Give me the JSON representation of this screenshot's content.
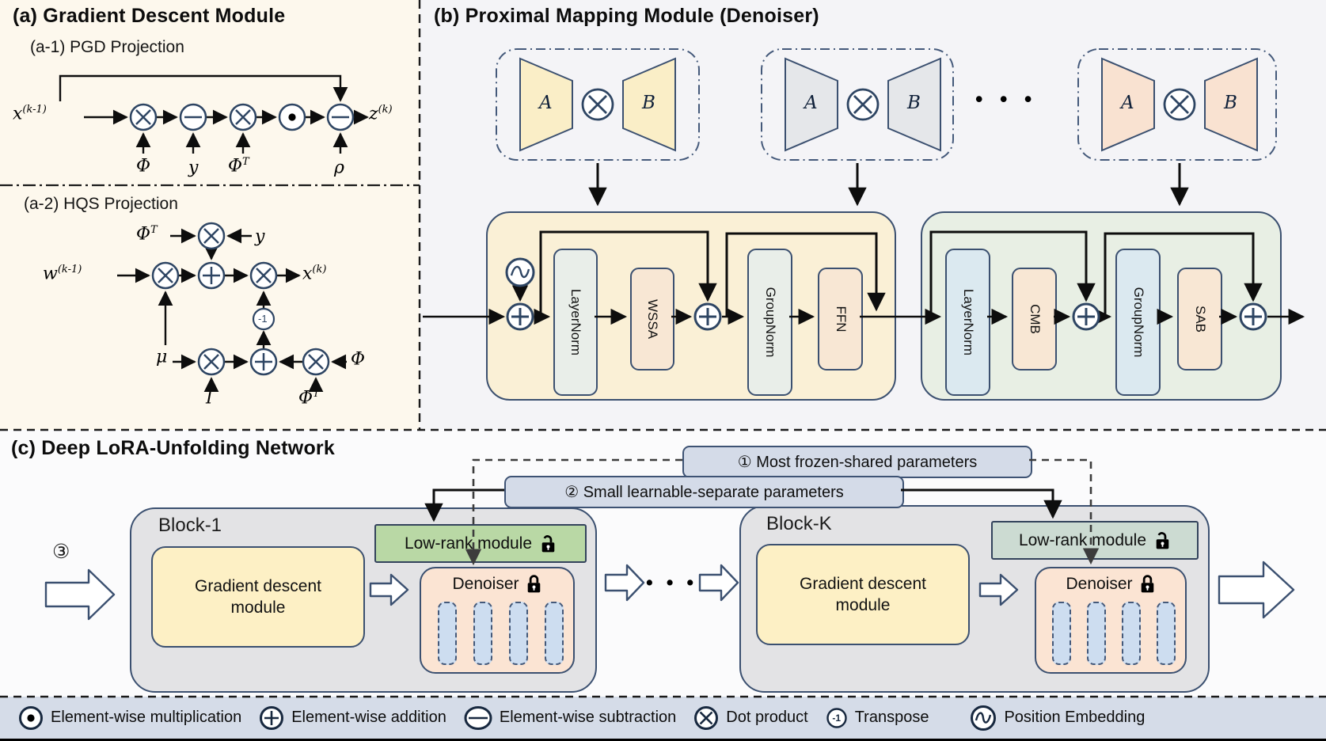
{
  "panel_a": {
    "title": "(a) Gradient Descent Module",
    "pgd": {
      "subtitle": "(a-1) PGD Projection",
      "input": {
        "base": "x",
        "sup": "(k-1)"
      },
      "output": {
        "base": "z",
        "sup": "(k)"
      },
      "params": [
        {
          "base": "Φ",
          "sup": ""
        },
        {
          "base": "y",
          "sup": ""
        },
        {
          "base": "Φ",
          "sup": "T"
        },
        {
          "base": "ρ",
          "sup": ""
        }
      ]
    },
    "hqs": {
      "subtitle": "(a-2) HQS Projection",
      "input": {
        "base": "w",
        "sup": "(k-1)"
      },
      "output": {
        "base": "x",
        "sup": "(k)"
      },
      "phiT_top": {
        "base": "Φ",
        "sup": "T"
      },
      "y_top": {
        "base": "y",
        "sup": ""
      },
      "mu": {
        "base": "μ",
        "sup": ""
      },
      "identity": {
        "base": "I",
        "sup": ""
      },
      "phi": {
        "base": "Φ",
        "sup": ""
      },
      "phiT_bottom": {
        "base": "Φ",
        "sup": "T"
      },
      "inverse_label": "-1"
    }
  },
  "panel_b": {
    "title": "(b) Proximal Mapping Module (Denoiser)",
    "lora_modules": [
      {
        "left": "A",
        "right": "B"
      },
      {
        "left": "A",
        "right": "B"
      },
      {
        "left": "A",
        "right": "B"
      }
    ],
    "ellipsis": "• • •",
    "transformer_block_1": {
      "layers": [
        "LayerNorm",
        "WSSA",
        "GroupNorm",
        "FFN"
      ]
    },
    "transformer_block_2": {
      "layers": [
        "LayerNorm",
        "CMB",
        "GroupNorm",
        "SAB"
      ]
    }
  },
  "panel_c": {
    "title": "(c) Deep LoRA-Unfolding Network",
    "annotation_1": "① Most frozen-shared parameters",
    "annotation_2": "② Small learnable-separate parameters",
    "input_marker": "③",
    "ellipsis": "• • •",
    "blocks": [
      {
        "name": "Block-1",
        "gdm": "Gradient descent module",
        "lowrank": "Low-rank module",
        "denoiser": "Denoiser"
      },
      {
        "name": "Block-K",
        "gdm": "Gradient descent module",
        "lowrank": "Low-rank module",
        "denoiser": "Denoiser"
      }
    ]
  },
  "legend": {
    "items": [
      {
        "icon": "dot-in-circle",
        "label": "Element-wise multiplication"
      },
      {
        "icon": "plus-in-circle",
        "label": "Element-wise addition"
      },
      {
        "icon": "minus-in-circle",
        "label": "Element-wise subtraction"
      },
      {
        "icon": "cross-in-circle",
        "label": "Dot product"
      },
      {
        "icon": "inverse-circle",
        "label": "Transpose",
        "icon_text": "-1"
      },
      {
        "icon": "sine-circle",
        "label": "Position Embedding"
      }
    ]
  },
  "colors": {
    "navy_stroke": "#3b5070",
    "cream_block": "#faf0d6",
    "green_block": "#e8efe4",
    "norm_box": "#e9eee9",
    "norm_box_blue": "#dbe9f0",
    "attn_box": "#f8e7d4",
    "lora_yellow": "#faeec7",
    "lora_gray": "#e5e7ea",
    "lora_peach": "#f9e2d1",
    "gdm_yellow": "#fdf0c5",
    "lowrank_green": "#b9d8a5",
    "lowrank_sage": "#ccdbd2",
    "denoiser_peach": "#fbe4d3",
    "legend_bg": "#d5dce8",
    "note_bg": "#d4dbe8"
  }
}
